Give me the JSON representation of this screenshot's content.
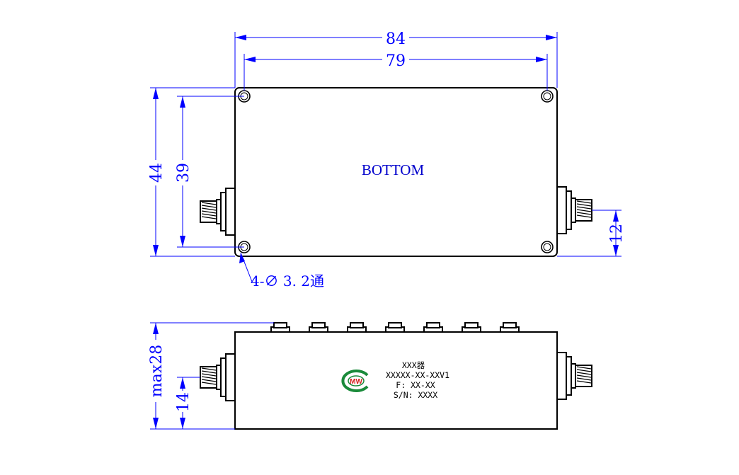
{
  "top_view": {
    "label": "BOTTOM",
    "dims": {
      "overall_length": "84",
      "hole_spacing_length": "79",
      "overall_width": "44",
      "hole_spacing_width": "39",
      "connector_offset": "12"
    },
    "hole_callout": "4-∅ 3. 2通"
  },
  "side_view": {
    "dims": {
      "max_height": "max28",
      "connector_height": "14"
    },
    "product_label": {
      "line1": "XXX器",
      "line2": "XXXXX-XX-XXV1",
      "line3": "F: XX-XX",
      "line4": "S/N: XXXX"
    },
    "logo": {
      "text": "MW",
      "ring_color": "#1a8a3a",
      "text_color": "#d42020"
    }
  },
  "colors": {
    "outline": "#000000",
    "dimension": "#0000ff"
  }
}
